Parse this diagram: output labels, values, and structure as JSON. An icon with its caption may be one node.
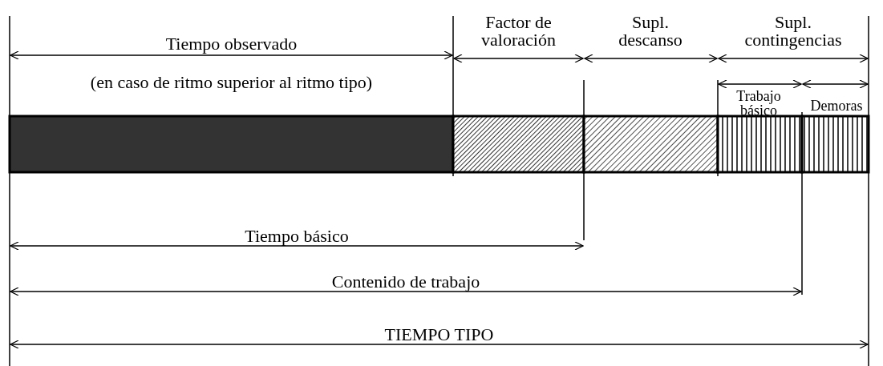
{
  "diagram": {
    "labels": [
      "Tiempo observado",
      "Factor de valoración",
      "Supl. descanso",
      "Supl. contingencias",
      "(en caso de ritmo superior al ritmo tipo)",
      "Trabajo básico",
      "Demoras",
      "Tiempo básico",
      "Contenido de trabajo",
      "TIEMPO TIPO"
    ]
  }
}
